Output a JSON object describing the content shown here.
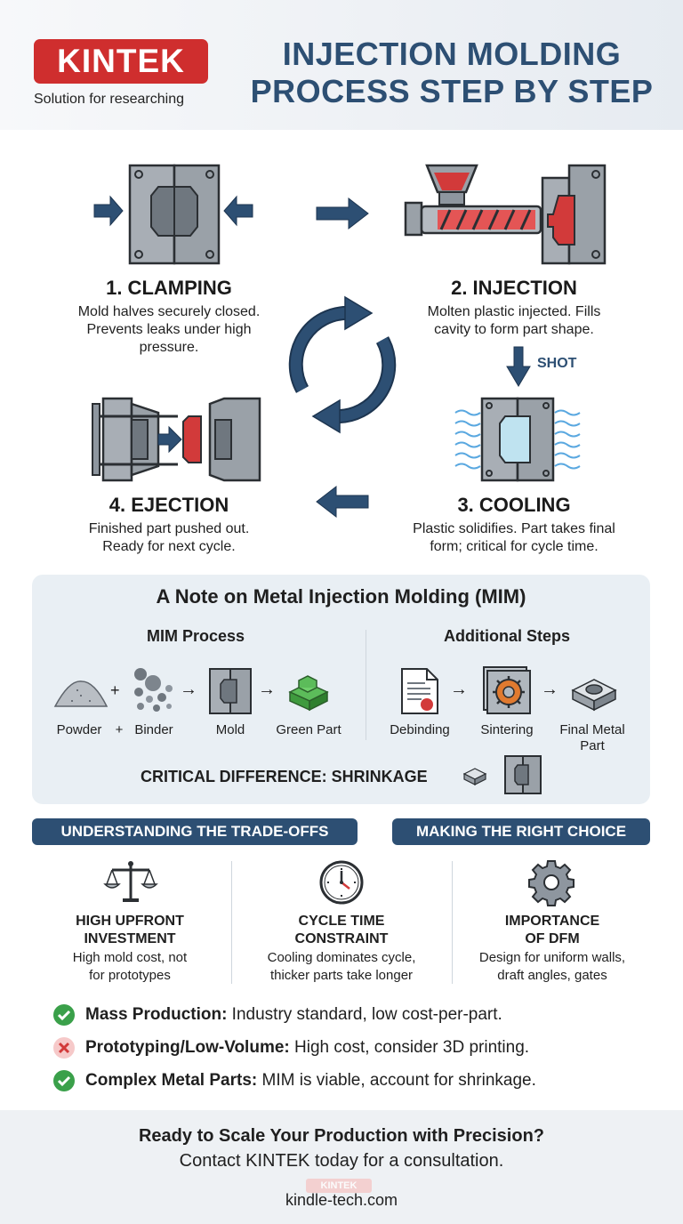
{
  "header": {
    "logo": "KINTEK",
    "tagline": "Solution for researching",
    "title_line1": "INJECTION MOLDING",
    "title_line2": "PROCESS STEP BY STEP"
  },
  "steps": [
    {
      "title": "1. CLAMPING",
      "desc1": "Mold halves securely closed.",
      "desc2": "Prevents leaks under high",
      "desc3": "pressure."
    },
    {
      "title": "2. INJECTION",
      "desc1": "Molten plastic injected. Fills",
      "desc2": "cavity to form part shape."
    },
    {
      "title": "3. COOLING",
      "desc1": "Plastic solidifies. Part takes final",
      "desc2": "form; critical for cycle time."
    },
    {
      "title": "4. EJECTION",
      "desc1": "Finished part pushed out.",
      "desc2": "Ready for next cycle."
    }
  ],
  "shot_label": "SHOT",
  "mim": {
    "title": "A Note on Metal Injection Molding (MIM)",
    "process_title": "MIM Process",
    "additional_title": "Additional Steps",
    "plus": "+",
    "arrow": "→",
    "labels": {
      "powder": "Powder",
      "binder": "Binder",
      "mold": "Mold",
      "green_part": "Green Part",
      "debinding": "Debinding",
      "sintering": "Sintering",
      "final_line1": "Final Metal",
      "final_line2": "Part"
    },
    "critical": "CRITICAL DIFFERENCE: SHRINKAGE"
  },
  "pills": {
    "tradeoffs": "UNDERSTANDING THE TRADE-OFFS",
    "choice": "MAKING THE RIGHT CHOICE"
  },
  "tradeoffs": [
    {
      "icon": "scale-icon",
      "title1": "HIGH UPFRONT",
      "title2": "INVESTMENT",
      "desc1": "High mold cost, not",
      "desc2": "for prototypes"
    },
    {
      "icon": "clock-icon",
      "title1": "CYCLE TIME",
      "title2": "CONSTRAINT",
      "desc1": "Cooling dominates cycle,",
      "desc2": "thicker parts take longer"
    },
    {
      "icon": "gear-icon",
      "title1": "IMPORTANCE",
      "title2": "OF DFM",
      "desc1": "Design for uniform walls,",
      "desc2": "draft angles, gates"
    }
  ],
  "choices": [
    {
      "status": "check",
      "label": "Mass Production:",
      "text": " Industry standard, low cost-per-part."
    },
    {
      "status": "cross",
      "label": "Prototyping/Low-Volume:",
      "text": " High cost, consider 3D printing."
    },
    {
      "status": "check",
      "label": "Complex Metal Parts:",
      "text": " MIM is viable, account for shrinkage."
    }
  ],
  "colors": {
    "navy": "#2d4f73",
    "red": "#cf2e2e",
    "green": "#3aa04a",
    "steel": "#8e969f"
  },
  "footer": {
    "cta_bold": "Ready to Scale Your Production with Precision?",
    "cta": "Contact KINTEK today for a consultation.",
    "watermark": "KINTEK",
    "url": "kindle-tech.com"
  }
}
